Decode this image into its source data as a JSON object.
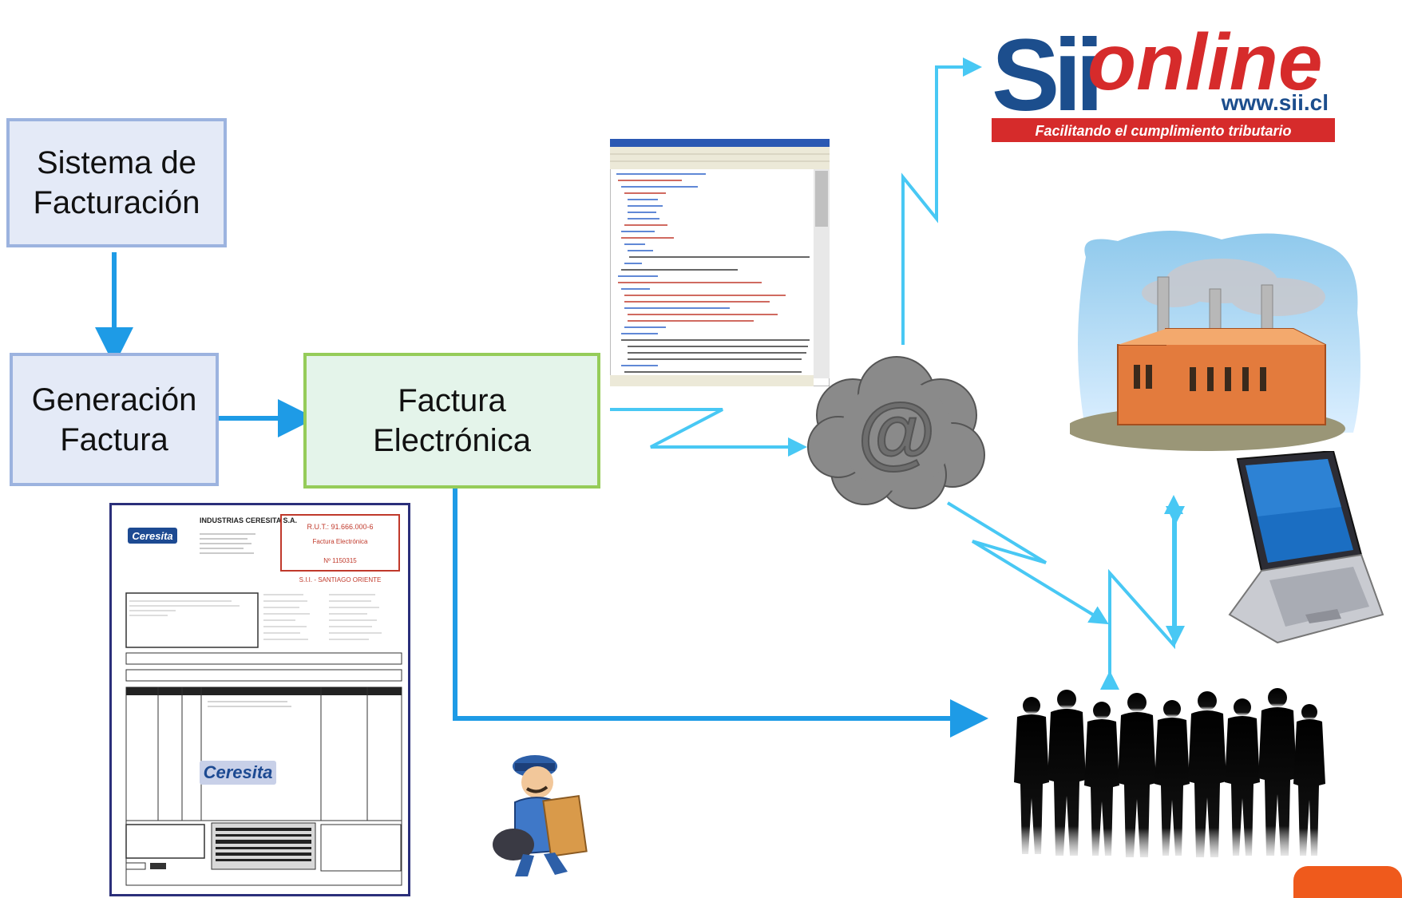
{
  "nodes": {
    "billing_system": "Sistema de\nFacturación",
    "invoice_generation": "Generación\nFactura",
    "electronic_invoice": "Factura\nElectrónica"
  },
  "sii_logo": {
    "name": "Sii",
    "script": "online",
    "url": "www.sii.cl",
    "tagline": "Facilitando el cumplimiento tributario"
  },
  "cloud_symbol": "@",
  "invoice_document": {
    "brand": "Ceresita",
    "company": "INDUSTRIAS CERESITA S.A.",
    "rut": "R.U.T.: 91.666.000-6",
    "doc_type": "Factura Electrónica",
    "number": "Nº 1150315",
    "office": "S.I.I. - SANTIAGO ORIENTE"
  },
  "colors": {
    "arrow": "#1e9be6",
    "zigzag": "#48c8f4",
    "blue_box_fill": "#e4eaf7",
    "blue_box_border": "#9cb3df",
    "green_box_fill": "#e4f4ea",
    "green_box_border": "#95cc59",
    "sii_red": "#d62b2b",
    "sii_blue": "#1c4e8d",
    "cloud": "#8a8a8a"
  },
  "icons": [
    "xml-window-icon",
    "cloud-at-icon",
    "factory-icon",
    "laptop-icon",
    "people-silhouette-icon",
    "mail-carrier-icon",
    "invoice-document-icon"
  ]
}
